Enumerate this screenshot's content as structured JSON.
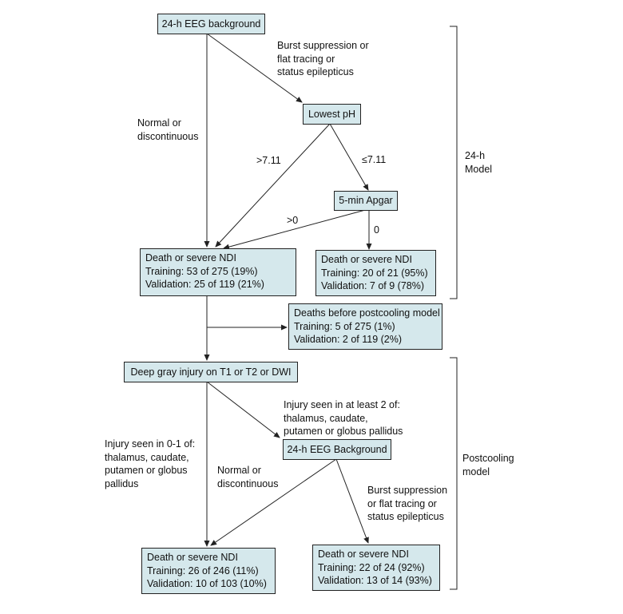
{
  "boxes": {
    "eeg_24h": "24-h EEG background",
    "lowest_ph": "Lowest pH",
    "apgar": "5-min Apgar",
    "outcome_24h_left": {
      "title": "Death or severe NDI",
      "training": "Training: 53 of 275 (19%)",
      "validation": "Validation: 25 of 119 (21%)"
    },
    "outcome_24h_right": {
      "title": "Death or severe NDI",
      "training": "Training: 20 of 21 (95%)",
      "validation": "Validation: 7 of 9 (78%)"
    },
    "deaths_before": {
      "title": "Deaths before postcooling model",
      "training": "Training: 5 of 275 (1%)",
      "validation": "Validation: 2 of 119 (2%)"
    },
    "deep_gray": "Deep gray injury on T1 or T2 or DWI",
    "eeg_background": "24-h EEG Background",
    "outcome_post_left": {
      "title": "Death or severe NDI",
      "training": "Training: 26 of 246 (11%)",
      "validation": "Validation: 10 of 103 (10%)"
    },
    "outcome_post_right": {
      "title": "Death or severe NDI",
      "training": "Training: 22 of 24 (92%)",
      "validation": "Validation: 13 of 14 (93%)"
    }
  },
  "edge_labels": {
    "burst_top": [
      "Burst suppression or",
      "flat tracing or",
      "status epilepticus"
    ],
    "normal_top": [
      "Normal or",
      "discontinuous"
    ],
    "ph_high": ">7.11",
    "ph_low": "≤7.11",
    "apgar_pos": ">0",
    "apgar_zero": "0",
    "injury_2plus": [
      "Injury seen in at least 2 of:",
      "thalamus, caudate,",
      "putamen or globus pallidus"
    ],
    "injury_01": [
      "Injury seen in 0-1 of:",
      "thalamus, caudate,",
      "putamen or globus",
      "pallidus"
    ],
    "normal_bottom": [
      "Normal or",
      "discontinuous"
    ],
    "burst_bottom": [
      "Burst suppression",
      "or flat tracing or",
      "status epilepticus"
    ]
  },
  "brackets": {
    "model_24h": [
      "24-h",
      "Model"
    ],
    "postcooling": [
      "Postcooling",
      "model"
    ]
  }
}
